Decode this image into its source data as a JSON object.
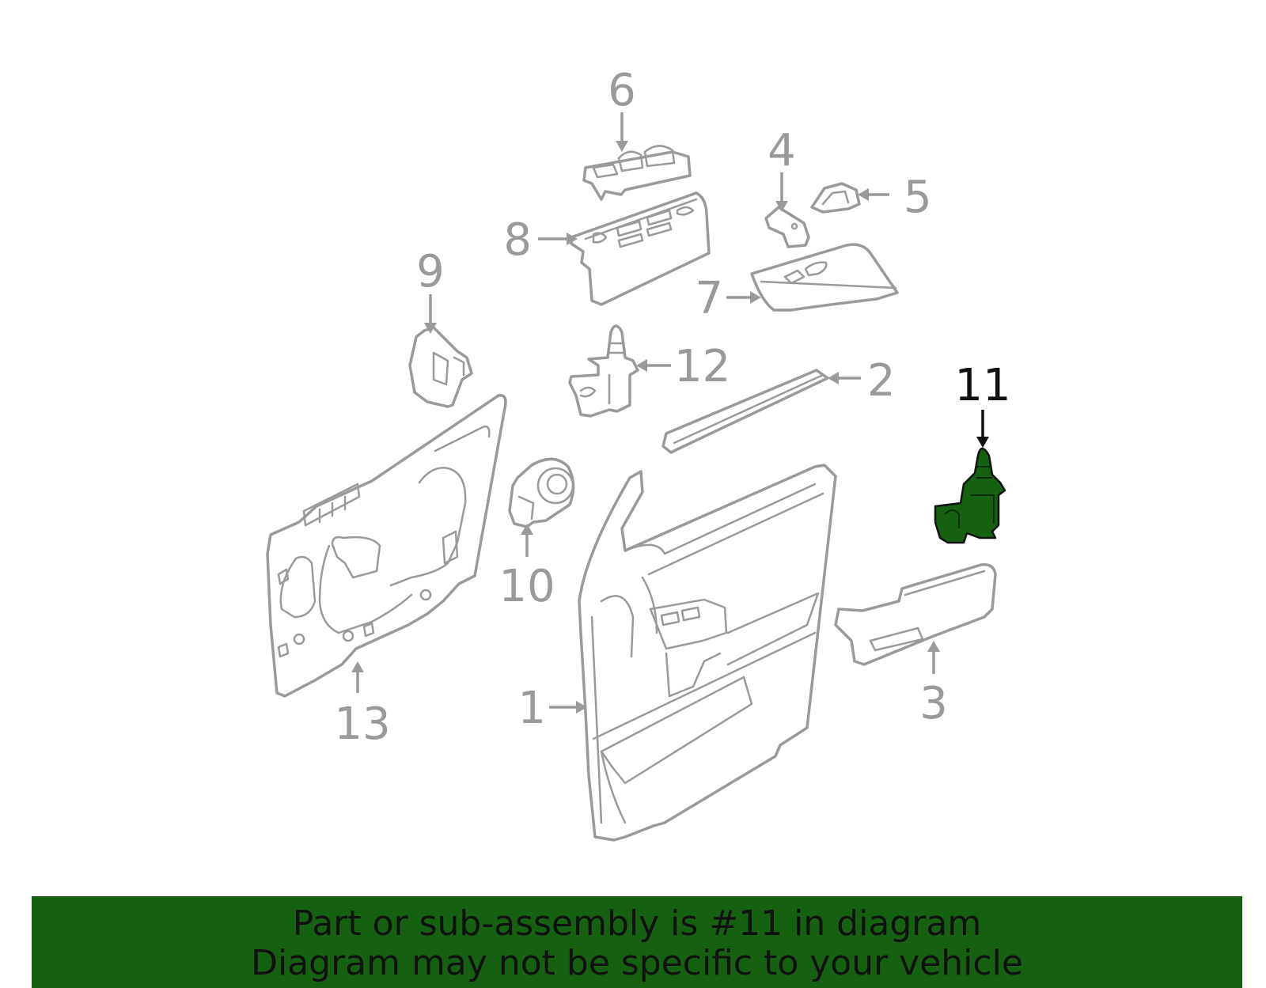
{
  "diagram": {
    "highlighted_part": "11",
    "callouts": [
      "1",
      "2",
      "3",
      "4",
      "5",
      "6",
      "7",
      "8",
      "9",
      "10",
      "11",
      "12",
      "13"
    ],
    "colors": {
      "line": "#9a9a9a",
      "highlight_fill": "#156111",
      "highlight_line": "#111111",
      "banner": "#156111"
    }
  },
  "banner": {
    "line1": "Part or sub-assembly is #11 in diagram",
    "line2": "Diagram may not be specific to your vehicle"
  }
}
